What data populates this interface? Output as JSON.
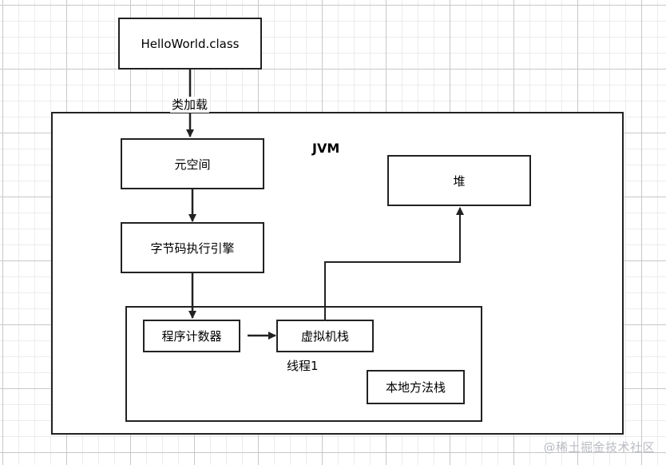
{
  "nodes": {
    "class_file": "HelloWorld.class",
    "jvm": "JVM",
    "metaspace": "元空间",
    "execution_engine": "字节码执行引擎",
    "heap": "堆",
    "thread": "线程1",
    "program_counter": "程序计数器",
    "vm_stack": "虚拟机栈",
    "native_method_stack": "本地方法栈"
  },
  "edges": {
    "class_loading": "类加载"
  },
  "watermark": "@稀土掘金技术社区"
}
